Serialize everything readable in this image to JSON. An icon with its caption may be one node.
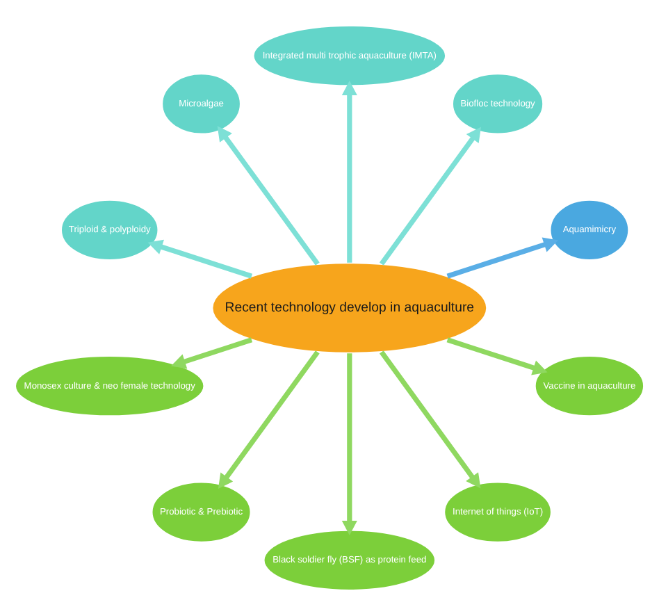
{
  "diagram": {
    "nodes": [
      {
        "text": [
          "Recent technology develop in aquaculture"
        ]
      },
      {
        "text": [
          "Aquamimicry"
        ]
      },
      {
        "text": [
          "Biofloc technology"
        ]
      },
      {
        "text": [
          "Integrated multi trophic aquaculture (IMTA)"
        ]
      },
      {
        "text": [
          "Microalgae"
        ]
      },
      {
        "text": [
          "Triploid & polyploidy"
        ]
      },
      {
        "text": [
          "Monosex culture & neo female technology"
        ]
      },
      {
        "text": [
          "Probiotic & Prebiotic"
        ]
      },
      {
        "text": [
          "Black soldier fly (BSF) as protein feed"
        ]
      },
      {
        "text": [
          "Internet of things (IoT)"
        ]
      },
      {
        "text": [
          "Vaccine in aquaculture"
        ]
      }
    ],
    "edges": [
      {
        "from": 0,
        "to": 1,
        "arrow": "to",
        "color": "#5aaee6"
      },
      {
        "from": 0,
        "to": 2,
        "arrow": "to",
        "color": "#7de0d6"
      },
      {
        "from": 0,
        "to": 3,
        "arrow": "to",
        "color": "#7de0d6"
      },
      {
        "from": 0,
        "to": 4,
        "arrow": "to",
        "color": "#7de0d6"
      },
      {
        "from": 0,
        "to": 5,
        "arrow": "to",
        "color": "#7de0d6"
      },
      {
        "from": 0,
        "to": 6,
        "arrow": "to"
      },
      {
        "from": 0,
        "to": 7,
        "arrow": "to"
      },
      {
        "from": 0,
        "to": 8,
        "arrow": "to"
      },
      {
        "from": 0,
        "to": 9,
        "arrow": "to"
      },
      {
        "from": 0,
        "to": 10,
        "arrow": "to"
      }
    ]
  }
}
